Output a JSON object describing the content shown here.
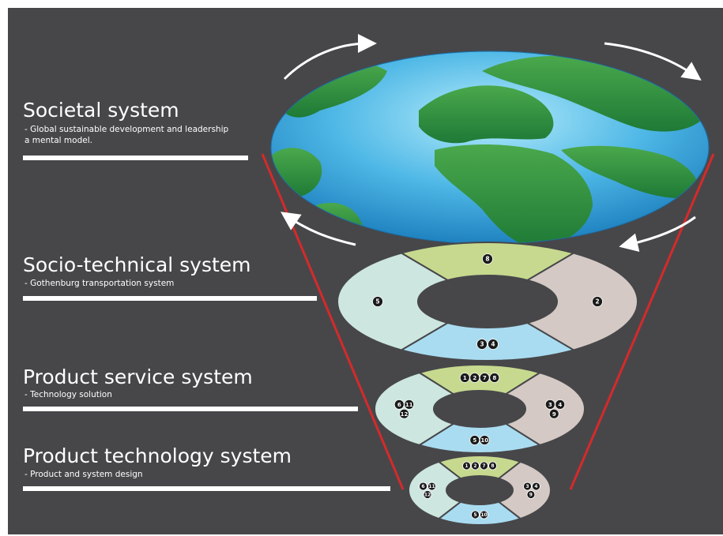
{
  "levels": [
    {
      "title": "Societal system",
      "subtitle_lines": [
        "- Global sustainable development and leadership",
        "a mental model."
      ]
    },
    {
      "title": "Socio-technical system",
      "subtitle_lines": [
        "- Gothenburg transportation system"
      ]
    },
    {
      "title": "Product service system",
      "subtitle_lines": [
        "- Technology solution"
      ]
    },
    {
      "title": "Product technology system",
      "subtitle_lines": [
        "- Product and system design"
      ]
    }
  ],
  "rings": [
    {
      "top": [
        "8"
      ],
      "left": [
        "5"
      ],
      "right": [
        "2"
      ],
      "bottom": [
        "3",
        "4"
      ]
    },
    {
      "top": [
        "1",
        "2",
        "7",
        "8"
      ],
      "left": [
        "6",
        "11",
        "12"
      ],
      "right": [
        "3",
        "4",
        "9"
      ],
      "bottom": [
        "5",
        "10"
      ]
    },
    {
      "top": [
        "1",
        "2",
        "7",
        "8"
      ],
      "left": [
        "6",
        "11",
        "12"
      ],
      "right": [
        "3",
        "4",
        "9"
      ],
      "bottom": [
        "5",
        "10"
      ]
    }
  ],
  "colors": {
    "background": "#47474a",
    "ocean": "#4fb8e6",
    "land": "#2a8a40",
    "segment_top": "#c6d98e",
    "segment_left": "#cde6e0",
    "segment_right": "#d4c9c4",
    "segment_bottom": "#a9dcf0",
    "funnel_line": "#d52a2a",
    "arrow": "#ffffff",
    "badge": "#1a1a1a"
  },
  "icons": [
    "globe-icon",
    "rotation-arrow-icon"
  ]
}
